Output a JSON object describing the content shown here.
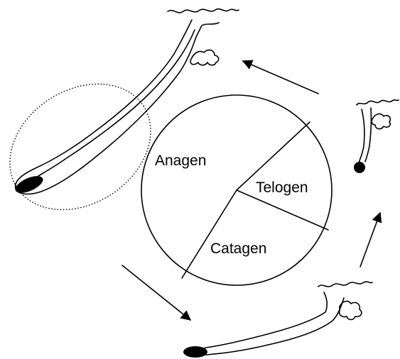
{
  "cycle": {
    "phases": [
      {
        "id": "anagen",
        "label": "Anagen"
      },
      {
        "id": "telogen",
        "label": "Telogen"
      },
      {
        "id": "catagen",
        "label": "Catagen"
      }
    ]
  },
  "colors": {
    "stroke": "#000000",
    "background": "#ffffff",
    "bulb": "#000000"
  },
  "icons": {
    "arrow": "arrow-icon",
    "follicle": "hair-follicle-icon"
  }
}
